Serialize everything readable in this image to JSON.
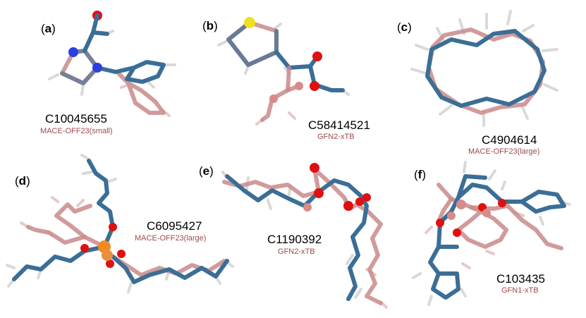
{
  "colors": {
    "ref_bonds": "#3b6e96",
    "pred_bonds": "#c98a8a",
    "method_text": "#9e4a4a",
    "oxygen": "#e01010",
    "nitrogen": "#2a3fe0",
    "sulfur": "#f0e020",
    "phosphorus": "#f08a20",
    "hydrogen": "#e6e6e6"
  },
  "panels": [
    {
      "id": "a",
      "label_open": "(",
      "label_letter": "a",
      "label_close": ")",
      "molecule_id": "C10045655",
      "method": "MACE-OFF23(small)"
    },
    {
      "id": "b",
      "label_open": "(",
      "label_letter": "b",
      "label_close": ")",
      "molecule_id": "C58414521",
      "method": "GFN2-xTB"
    },
    {
      "id": "c",
      "label_open": "(",
      "label_letter": "c",
      "label_close": ")",
      "molecule_id": "C4904614",
      "method": "MACE-OFF23(large)"
    },
    {
      "id": "d",
      "label_open": "(",
      "label_letter": "d",
      "label_close": ")",
      "molecule_id": "C6095427",
      "method": "MACE-OFF23(large)"
    },
    {
      "id": "e",
      "label_open": "(",
      "label_letter": "e",
      "label_close": ")",
      "molecule_id": "C1190392",
      "method": "GFN2-xTB"
    },
    {
      "id": "f",
      "label_open": "(",
      "label_letter": "f",
      "label_close": ")",
      "molecule_id": "C103435",
      "method": "GFN1-xTB"
    }
  ]
}
